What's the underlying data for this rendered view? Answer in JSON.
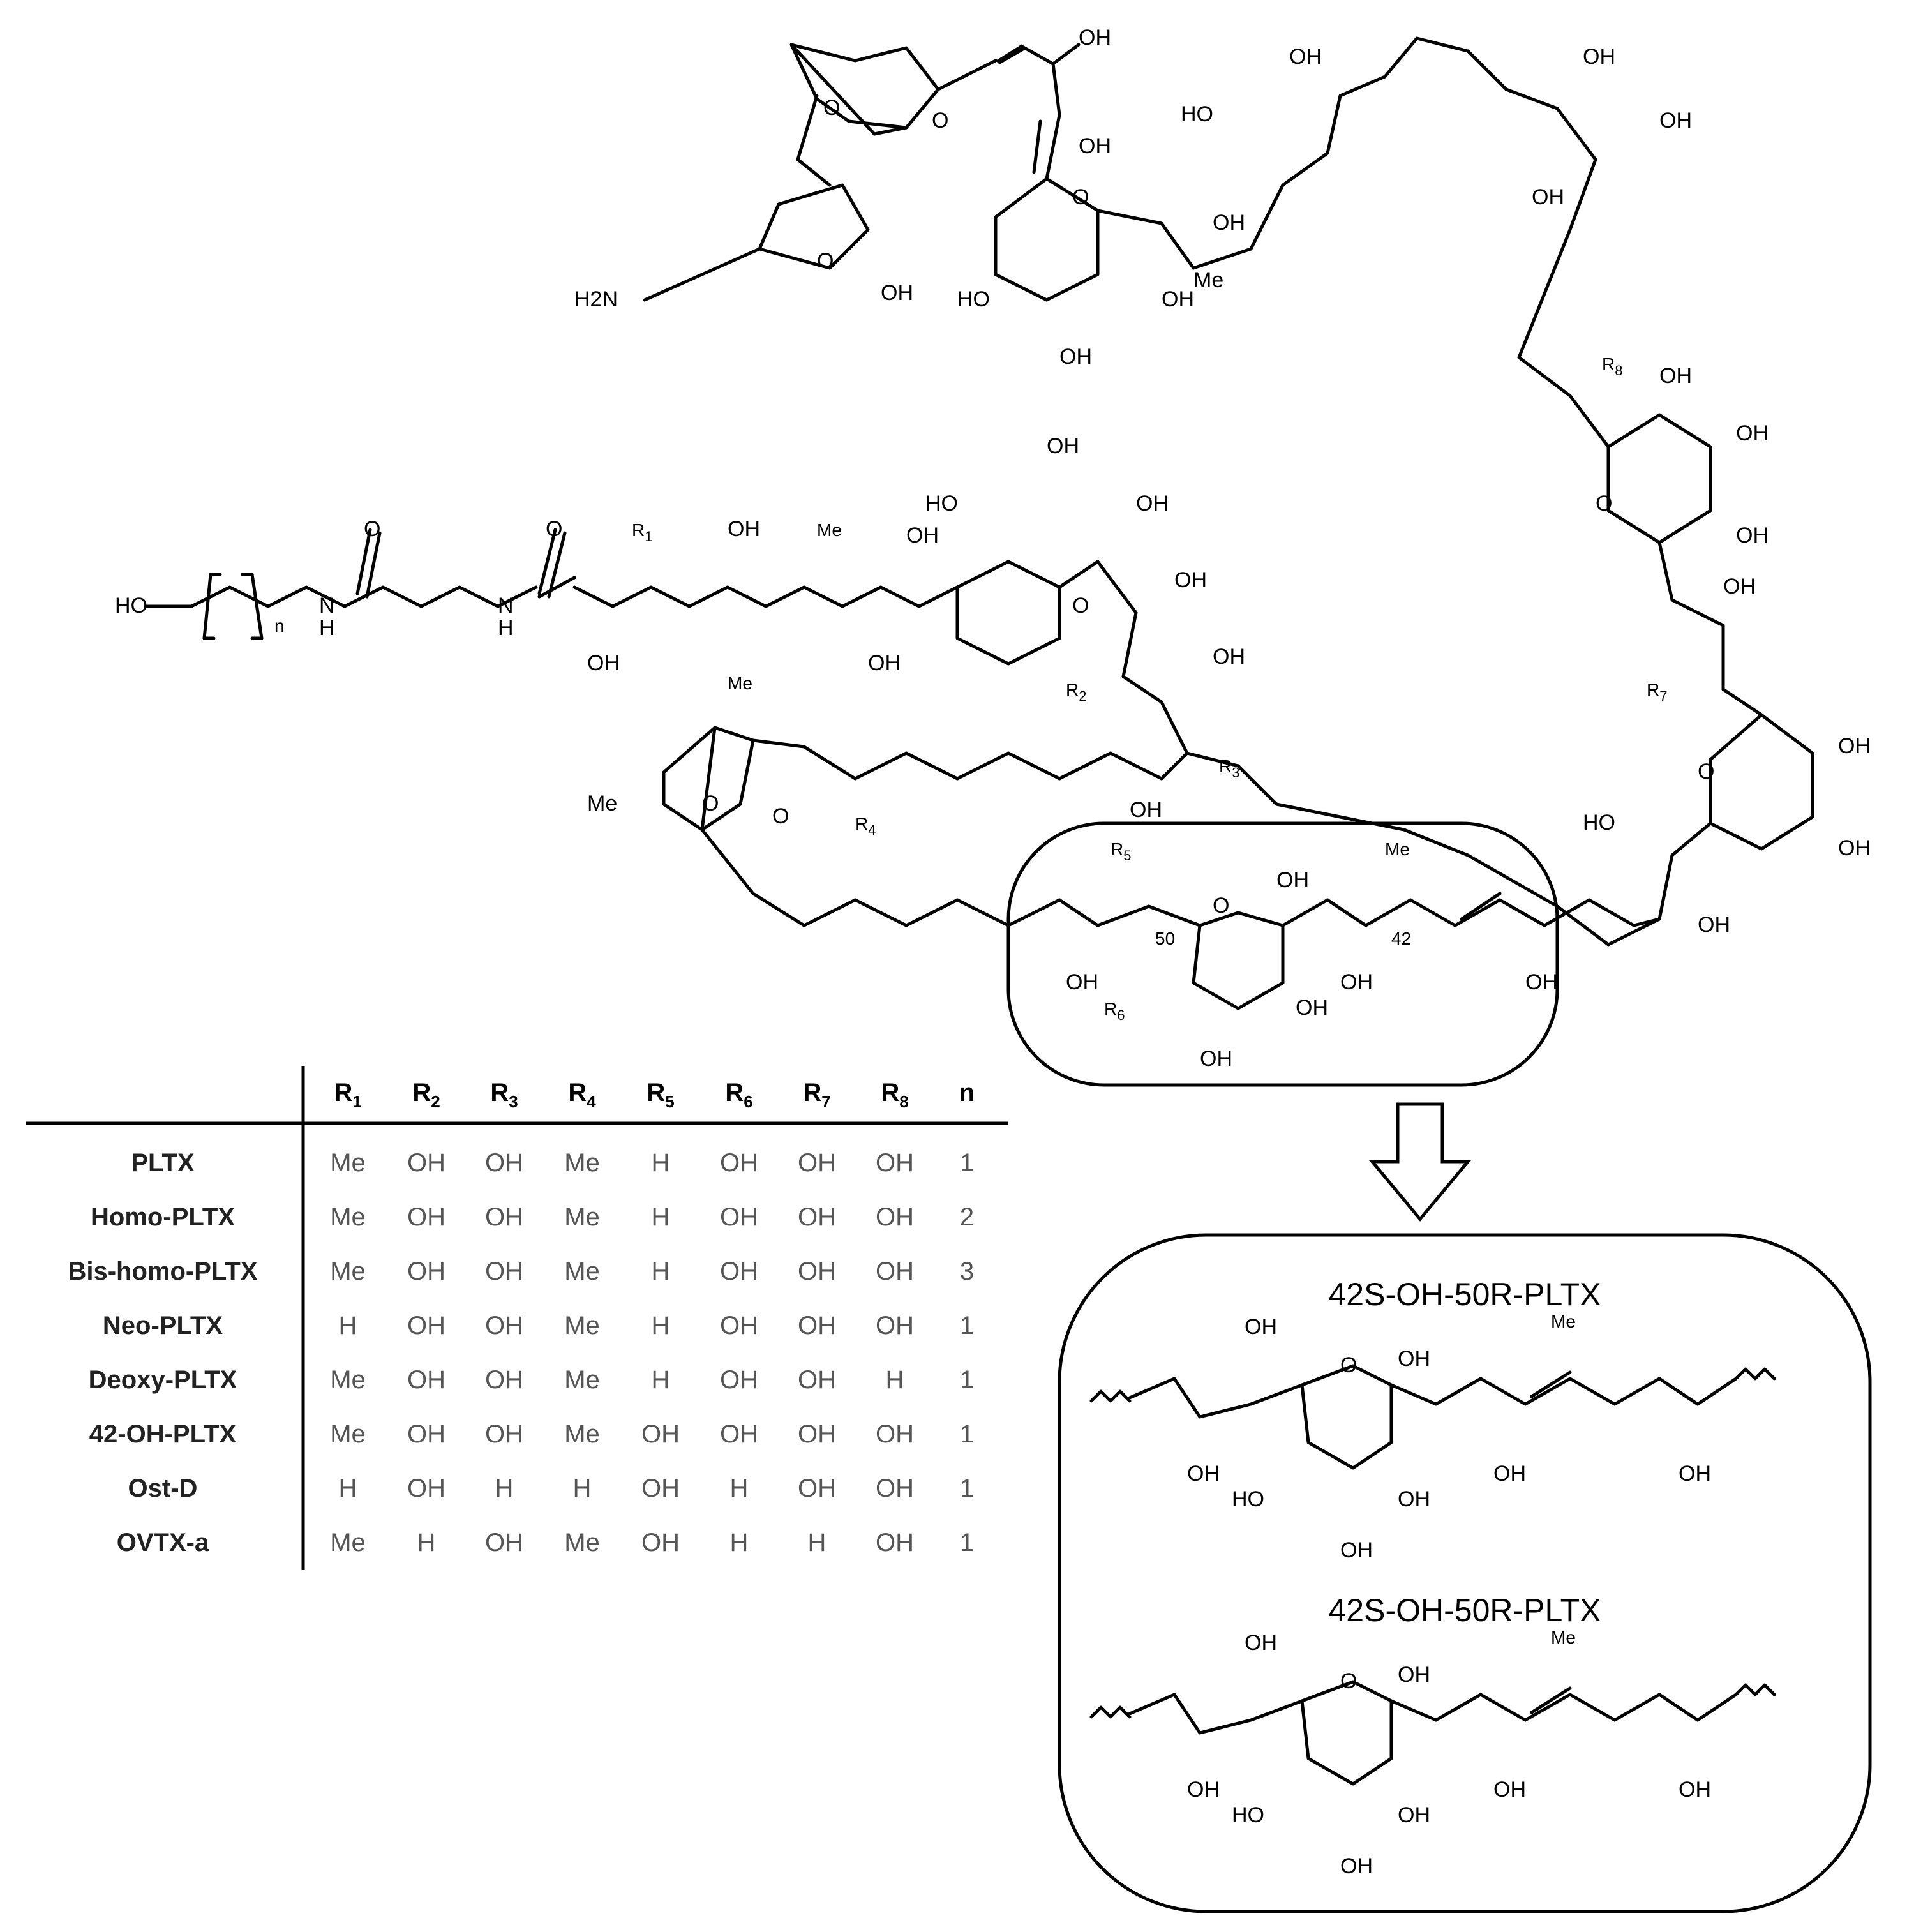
{
  "structure": {
    "labels": {
      "oh": "OH",
      "ho": "HO",
      "h2n": "H2N",
      "o": "O",
      "me": "Me",
      "n_sub": "n",
      "nh": "H",
      "n": "N",
      "r1": "R1",
      "r2": "R2",
      "r3": "R3",
      "r4": "R4",
      "r5": "R5",
      "r6": "R6",
      "r7": "R7",
      "r8": "R8",
      "num50": "50",
      "num42": "42"
    }
  },
  "table": {
    "headers": [
      "R1",
      "R2",
      "R3",
      "R4",
      "R5",
      "R6",
      "R7",
      "R8",
      "n"
    ],
    "rows": [
      {
        "name": "PLTX",
        "values": [
          "Me",
          "OH",
          "OH",
          "Me",
          "H",
          "OH",
          "OH",
          "OH",
          "1"
        ]
      },
      {
        "name": "Homo-PLTX",
        "values": [
          "Me",
          "OH",
          "OH",
          "Me",
          "H",
          "OH",
          "OH",
          "OH",
          "2"
        ]
      },
      {
        "name": "Bis-homo-PLTX",
        "values": [
          "Me",
          "OH",
          "OH",
          "Me",
          "H",
          "OH",
          "OH",
          "OH",
          "3"
        ]
      },
      {
        "name": "Neo-PLTX",
        "values": [
          "H",
          "OH",
          "OH",
          "Me",
          "H",
          "OH",
          "OH",
          "OH",
          "1"
        ]
      },
      {
        "name": "Deoxy-PLTX",
        "values": [
          "Me",
          "OH",
          "OH",
          "Me",
          "H",
          "OH",
          "OH",
          "H",
          "1"
        ]
      },
      {
        "name": "42-OH-PLTX",
        "values": [
          "Me",
          "OH",
          "OH",
          "Me",
          "OH",
          "OH",
          "OH",
          "OH",
          "1"
        ]
      },
      {
        "name": "Ost-D",
        "values": [
          "H",
          "OH",
          "H",
          "H",
          "OH",
          "H",
          "OH",
          "OH",
          "1"
        ]
      },
      {
        "name": "OVTX-a",
        "values": [
          "Me",
          "H",
          "OH",
          "Me",
          "OH",
          "H",
          "H",
          "OH",
          "1"
        ]
      }
    ]
  },
  "isomers": {
    "top_title": "42S-OH-50R-PLTX",
    "bottom_title": "42S-OH-50R-PLTX"
  }
}
